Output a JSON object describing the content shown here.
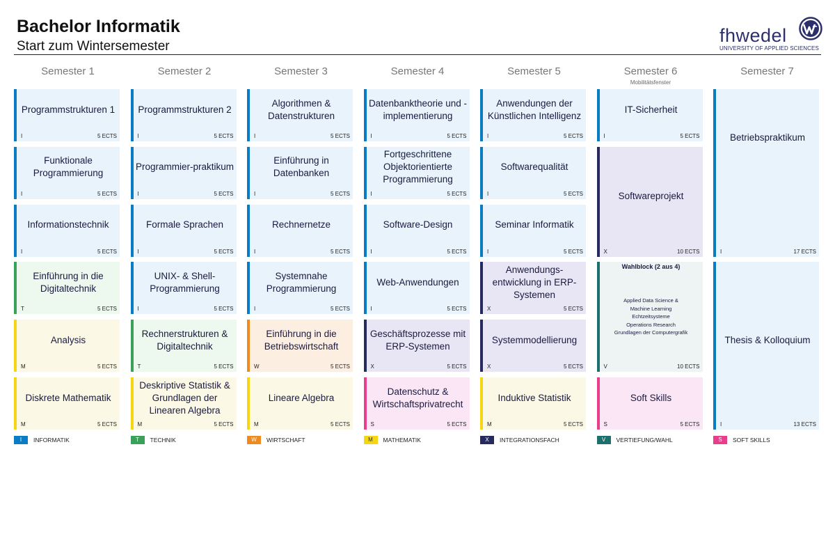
{
  "header": {
    "title": "Bachelor Informatik",
    "subtitle": "Start zum Wintersemester",
    "logo_word": "fhwedel",
    "logo_tagline": "UNIVERSITY OF APPLIED SCIENCES",
    "logo_color": "#2c2f6a"
  },
  "semesters": [
    {
      "label": "Semester 1"
    },
    {
      "label": "Semester 2"
    },
    {
      "label": "Semester 3"
    },
    {
      "label": "Semester 4"
    },
    {
      "label": "Semester 5"
    },
    {
      "label": "Semester 6",
      "note": "Mobilitätsfenster"
    },
    {
      "label": "Semester 7"
    }
  ],
  "categories": {
    "I": {
      "label": "INFORMATIK",
      "border": "#0a7cc4",
      "bg": "#e8f3fc"
    },
    "T": {
      "label": "TECHNIK",
      "border": "#3aa05a",
      "bg": "#edf8ee"
    },
    "W": {
      "label": "WIRTSCHAFT",
      "border": "#ee8a1e",
      "bg": "#fdeee2"
    },
    "M": {
      "label": "MATHEMATIK",
      "border": "#f5d614",
      "bg": "#fbf8e6"
    },
    "X": {
      "label": "INTEGRATIONSFACH",
      "border": "#272a5e",
      "bg": "#e8e6f5"
    },
    "V": {
      "label": "VERTIEFUNG/WAHL",
      "border": "#1d6f6c",
      "bg": "#eef4f3"
    },
    "S": {
      "label": "SOFT SKILLS",
      "border": "#e83e8c",
      "bg": "#fbe6f5"
    }
  },
  "legend_order": [
    "I",
    "T",
    "W",
    "M",
    "X",
    "V",
    "S"
  ],
  "modules": [
    {
      "sem": 1,
      "row": 1,
      "span": 1,
      "name": "Programmstrukturen 1",
      "cat": "I",
      "ects": "5 ECTS"
    },
    {
      "sem": 1,
      "row": 2,
      "span": 1,
      "name": "Funktionale Programmierung",
      "cat": "I",
      "ects": "5 ECTS"
    },
    {
      "sem": 1,
      "row": 3,
      "span": 1,
      "name": "Informationstechnik",
      "cat": "I",
      "ects": "5 ECTS"
    },
    {
      "sem": 1,
      "row": 4,
      "span": 1,
      "name": "Einführung in die Digitaltechnik",
      "cat": "T",
      "ects": "5 ECTS"
    },
    {
      "sem": 1,
      "row": 5,
      "span": 1,
      "name": "Analysis",
      "cat": "M",
      "ects": "5 ECTS"
    },
    {
      "sem": 1,
      "row": 6,
      "span": 1,
      "name": "Diskrete Mathematik",
      "cat": "M",
      "ects": "5 ECTS"
    },
    {
      "sem": 2,
      "row": 1,
      "span": 1,
      "name": "Programmstrukturen 2",
      "cat": "I",
      "ects": "5 ECTS"
    },
    {
      "sem": 2,
      "row": 2,
      "span": 1,
      "name": "Programmier-praktikum",
      "cat": "I",
      "ects": "5 ECTS"
    },
    {
      "sem": 2,
      "row": 3,
      "span": 1,
      "name": "Formale Sprachen",
      "cat": "I",
      "ects": "5 ECTS"
    },
    {
      "sem": 2,
      "row": 4,
      "span": 1,
      "name": "UNIX- & Shell-Programmierung",
      "cat": "I",
      "ects": "5 ECTS"
    },
    {
      "sem": 2,
      "row": 5,
      "span": 1,
      "name": "Rechnerstrukturen & Digitaltechnik",
      "cat": "T",
      "ects": "5 ECTS"
    },
    {
      "sem": 2,
      "row": 6,
      "span": 1,
      "name": "Deskriptive Statistik & Grundlagen der Linearen Algebra",
      "cat": "M",
      "ects": "5 ECTS"
    },
    {
      "sem": 3,
      "row": 1,
      "span": 1,
      "name": "Algorithmen & Datenstrukturen",
      "cat": "I",
      "ects": "5 ECTS"
    },
    {
      "sem": 3,
      "row": 2,
      "span": 1,
      "name": "Einführung in Datenbanken",
      "cat": "I",
      "ects": "5 ECTS"
    },
    {
      "sem": 3,
      "row": 3,
      "span": 1,
      "name": "Rechnernetze",
      "cat": "I",
      "ects": "5 ECTS"
    },
    {
      "sem": 3,
      "row": 4,
      "span": 1,
      "name": "Systemnahe Programmierung",
      "cat": "I",
      "ects": "5 ECTS"
    },
    {
      "sem": 3,
      "row": 5,
      "span": 1,
      "name": "Einführung in die Betriebswirtschaft",
      "cat": "W",
      "ects": "5 ECTS"
    },
    {
      "sem": 3,
      "row": 6,
      "span": 1,
      "name": "Lineare Algebra",
      "cat": "M",
      "ects": "5 ECTS"
    },
    {
      "sem": 4,
      "row": 1,
      "span": 1,
      "name": "Datenbanktheorie und -implementierung",
      "cat": "I",
      "ects": "5 ECTS"
    },
    {
      "sem": 4,
      "row": 2,
      "span": 1,
      "name": "Fortgeschrittene Objektorientierte Programmierung",
      "cat": "I",
      "ects": "5 ECTS"
    },
    {
      "sem": 4,
      "row": 3,
      "span": 1,
      "name": "Software-Design",
      "cat": "I",
      "ects": "5 ECTS"
    },
    {
      "sem": 4,
      "row": 4,
      "span": 1,
      "name": "Web-Anwendungen",
      "cat": "I",
      "ects": "5 ECTS"
    },
    {
      "sem": 4,
      "row": 5,
      "span": 1,
      "name": "Geschäftsprozesse mit ERP-Systemen",
      "cat": "X",
      "ects": "5 ECTS"
    },
    {
      "sem": 4,
      "row": 6,
      "span": 1,
      "name": "Datenschutz & Wirtschaftsprivatrecht",
      "cat": "S",
      "ects": "5 ECTS"
    },
    {
      "sem": 5,
      "row": 1,
      "span": 1,
      "name": "Anwendungen der Künstlichen Intelligenz",
      "cat": "I",
      "ects": "5 ECTS"
    },
    {
      "sem": 5,
      "row": 2,
      "span": 1,
      "name": "Softwarequalität",
      "cat": "I",
      "ects": "5 ECTS"
    },
    {
      "sem": 5,
      "row": 3,
      "span": 1,
      "name": "Seminar Informatik",
      "cat": "I",
      "ects": "5 ECTS"
    },
    {
      "sem": 5,
      "row": 4,
      "span": 1,
      "name": "Anwendungs-entwicklung in ERP-Systemen",
      "cat": "X",
      "ects": "5 ECTS"
    },
    {
      "sem": 5,
      "row": 5,
      "span": 1,
      "name": "Systemmodellierung",
      "cat": "X",
      "ects": "5 ECTS"
    },
    {
      "sem": 5,
      "row": 6,
      "span": 1,
      "name": "Induktive Statistik",
      "cat": "M",
      "ects": "5 ECTS"
    },
    {
      "sem": 6,
      "row": 1,
      "span": 1,
      "name": "IT-Sicherheit",
      "cat": "I",
      "ects": "5 ECTS"
    },
    {
      "sem": 6,
      "row": 2,
      "span": 2,
      "name": "Softwareprojekt",
      "cat": "X",
      "ects": "10 ECTS"
    },
    {
      "sem": 6,
      "row": 4,
      "span": 2,
      "name": "",
      "cat": "V",
      "ects": "10 ECTS",
      "wahl_title": "Wahlblock (2 aus 4)",
      "wahl_items": [
        "Applied Data Science &",
        "Machine Learning",
        "Echtzeitsysteme",
        "Operations Research",
        "Grundlagen der Computergrafik"
      ]
    },
    {
      "sem": 6,
      "row": 6,
      "span": 1,
      "name": "Soft Skills",
      "cat": "S",
      "ects": "5 ECTS"
    },
    {
      "sem": 7,
      "row": 1,
      "span": 3,
      "name": "Betriebspraktikum",
      "cat": "I",
      "ects": "17 ECTS",
      "name_offset": "top"
    },
    {
      "sem": 7,
      "row": 4,
      "span": 3,
      "name": "Thesis & Kolloquium",
      "cat": "I",
      "ects": "13 ECTS"
    }
  ]
}
